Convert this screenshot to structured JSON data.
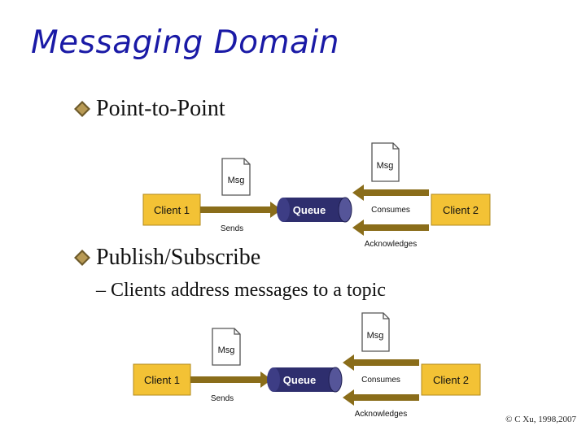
{
  "title": "Messaging Domain",
  "bullets": [
    {
      "text": "Point-to-Point"
    },
    {
      "text": "Publish/Subscribe"
    }
  ],
  "subbullets": [
    {
      "text": "– Clients address messages to a topic"
    }
  ],
  "diagram1": {
    "client1": "Client 1",
    "queue": "Queue",
    "client2": "Client 2",
    "msg_left": "Msg",
    "msg_right": "Msg",
    "sends": "Sends",
    "consumes": "Consumes",
    "acknowledges": "Acknowledges"
  },
  "diagram2": {
    "client1": "Client 1",
    "queue": "Queue",
    "client2": "Client 2",
    "msg_left": "Msg",
    "msg_right": "Msg",
    "sends": "Sends",
    "consumes": "Consumes",
    "acknowledges": "Acknowledges"
  },
  "copyright": "© C Xu, 1998,2007",
  "colors": {
    "title": "#1a1aa6",
    "client_box": "#f3c235",
    "queue": "#2e2e6e",
    "arrow": "#8a6d1a"
  }
}
